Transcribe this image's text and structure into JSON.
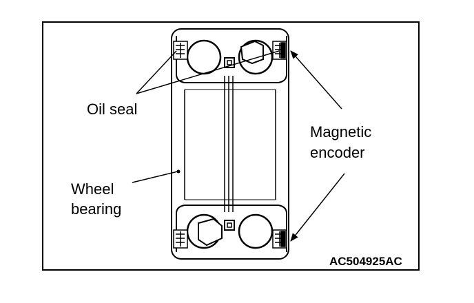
{
  "labels": {
    "oil_seal": "Oil seal",
    "magnetic_encoder_line1": "Magnetic",
    "magnetic_encoder_line2": "encoder",
    "wheel_bearing_line1": "Wheel",
    "wheel_bearing_line2": "bearing",
    "figure_code": "AC504925AC"
  },
  "colors": {
    "line": "#000000",
    "background": "#ffffff"
  }
}
